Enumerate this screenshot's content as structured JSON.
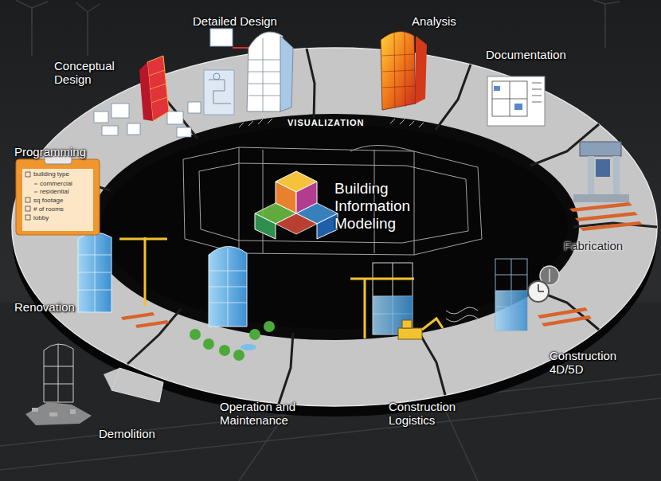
{
  "diagram": {
    "labels": [
      "Detailed Design",
      "Analysis",
      "Conceptual Design",
      "Documentation",
      "VISUALIZATION",
      "Programming",
      "building type",
      "commercial",
      "residential",
      "sq footage",
      "# of rooms",
      "lobby",
      "Building Information Modeling",
      "Fabrication",
      "Renovation",
      "Construction 4D/5D",
      "Operation and Maintenance",
      "Construction Logistics",
      "Demolition"
    ]
  }
}
